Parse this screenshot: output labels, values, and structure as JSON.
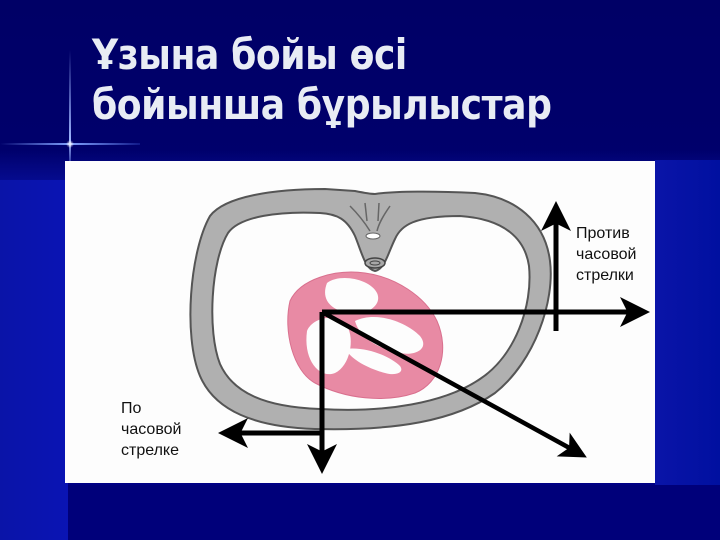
{
  "slide": {
    "title_line1": "Ұзына бойы өсі",
    "title_line2": "бойынша бұрылыстар",
    "colors": {
      "background": "#000066",
      "title_text": "#e8ecf4",
      "panel": "#fdfdfd",
      "thorax_gray": "#a8a8a8",
      "heart_pink": "#e8809e",
      "arrow": "#000000"
    }
  },
  "diagram": {
    "label_ccw": {
      "line1": "Против",
      "line2": "часовой",
      "line3": "стрелки"
    },
    "label_cw": {
      "line1": "По",
      "line2": "часовой",
      "line3": "стрелке"
    }
  }
}
